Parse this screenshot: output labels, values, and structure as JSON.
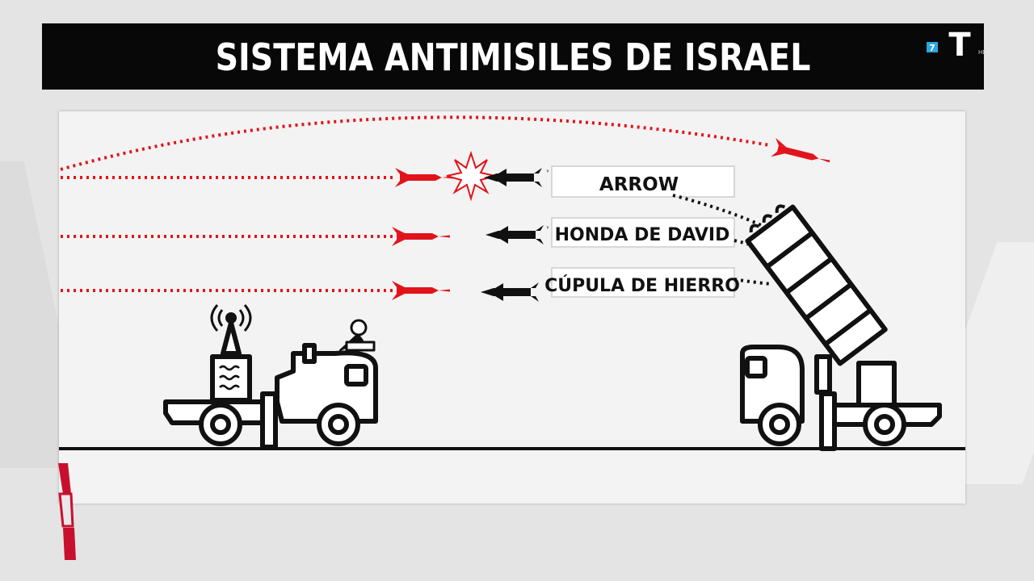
{
  "title": "SISTEMA ANTIMISILES DE ISRAEL",
  "channel_logo": {
    "number": "7",
    "letter": "T",
    "suffix": "HD"
  },
  "systems": [
    {
      "label": "ARROW"
    },
    {
      "label": "HONDA DE DAVID"
    },
    {
      "label": "CÚPULA DE HIERRO"
    }
  ],
  "colors": {
    "threat_missile": "#e2141b",
    "interceptor": "#111111",
    "title_bar": "#080808",
    "panel": "#f3f3f3"
  },
  "icons": [
    "radar-truck-icon",
    "launcher-truck-icon",
    "explosion-icon",
    "enemy-missile-icon",
    "interceptor-missile-icon",
    "radio-tower-icon",
    "satellite-dish-icon"
  ]
}
